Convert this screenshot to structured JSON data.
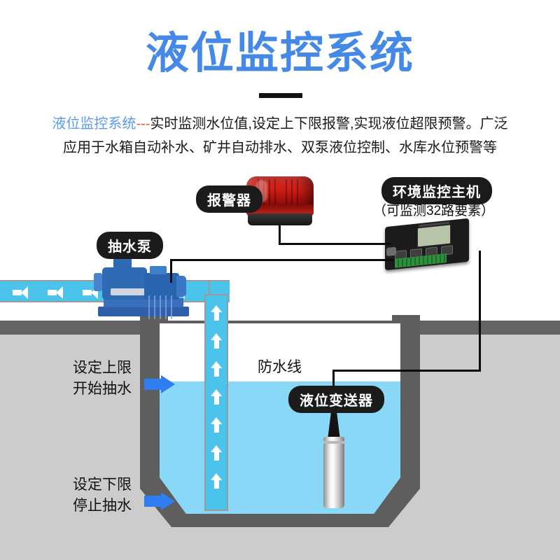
{
  "header": {
    "title": "液位监控系统",
    "description_prefix": "液位监控系统",
    "description_dash": "---",
    "description_line1": "实时监测水位值,设定上下限报警,实现液位超限预警。广泛",
    "description_line2": "应用于水箱自动补水、矿井自动排水、双泵液位控制、水库水位预警等",
    "accent_color": "#4488e8"
  },
  "diagram": {
    "labels": {
      "alarm": "报警器",
      "host": "环境监控主机",
      "host_sub": "（可监测32路要素）",
      "pump": "抽水泵",
      "waterproof_cable": "防水线",
      "transmitter": "液位变送器",
      "upper_limit_line1": "设定上限",
      "upper_limit_line2": "开始抽水",
      "lower_limit_line1": "设定下限",
      "lower_limit_line2": "停止抽水"
    },
    "colors": {
      "water": "#8ad8f7",
      "pipe": "#4cc3ea",
      "tank_wall": "#5e5e5e",
      "ground_dark": "#636363",
      "ground_light": "#cccccc",
      "arrow_blue": "#2f7df0",
      "beacon_red": "#c91a14",
      "pump_blue": "#2f6bb5"
    }
  }
}
